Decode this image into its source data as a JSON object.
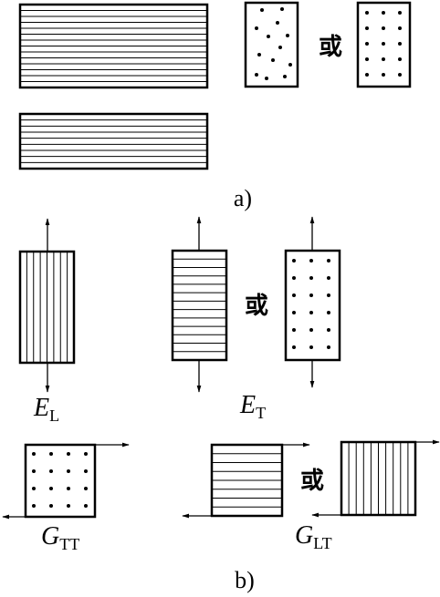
{
  "figure": {
    "part_a_caption": "a)",
    "part_b_caption": "b)",
    "or_word": "或",
    "labels": {
      "EL_symbol": "E",
      "EL_sub": "L",
      "ET_symbol": "E",
      "ET_sub": "T",
      "GTT_symbol": "G",
      "GTT_sub": "TT",
      "GLT_symbol": "G",
      "GLT_sub": "LT"
    }
  },
  "colors": {
    "ink": "#000000",
    "paper": "#ffffff"
  }
}
